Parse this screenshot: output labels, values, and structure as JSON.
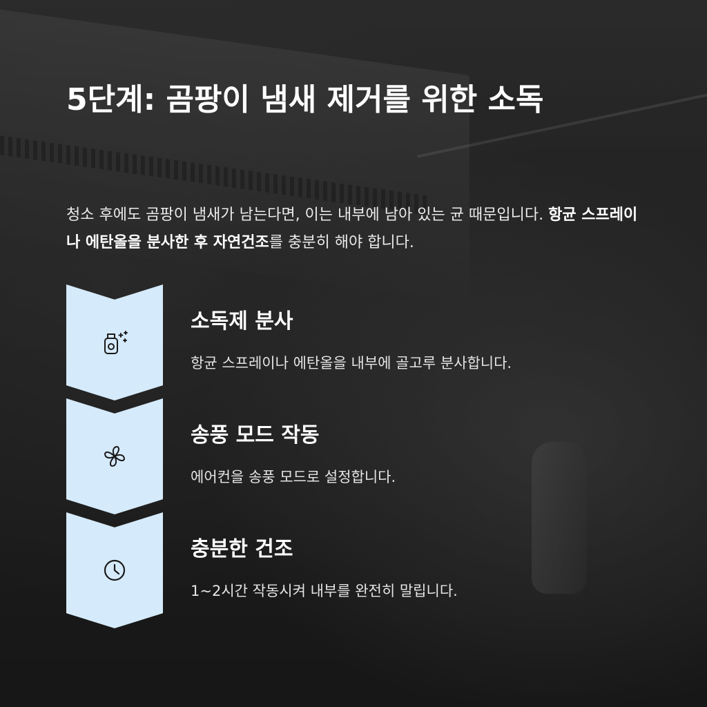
{
  "title": "5단계: 곰팡이 냄새 제거를 위한 소독",
  "intro": {
    "text_before": "청소 후에도 곰팡이 냄새가 남는다면, 이는 내부에 남아 있는 균 때문입니다. ",
    "text_bold": "항균 스프레이나 에탄올을 분사한 후 자연건조",
    "text_after": "를 충분히 해야 합니다."
  },
  "steps": [
    {
      "icon": "spray-bottle-icon",
      "title": "소독제 분사",
      "desc": "항균 스프레이나 에탄올을 내부에 골고루 분사합니다."
    },
    {
      "icon": "fan-icon",
      "title": "송풍 모드 작동",
      "desc": "에어컨을 송풍 모드로 설정합니다."
    },
    {
      "icon": "clock-icon",
      "title": "충분한 건조",
      "desc": "1~2시간 작동시켜 내부를 완전히 말립니다."
    }
  ],
  "colors": {
    "chevron": "#d5eafa",
    "text": "#ffffff"
  }
}
